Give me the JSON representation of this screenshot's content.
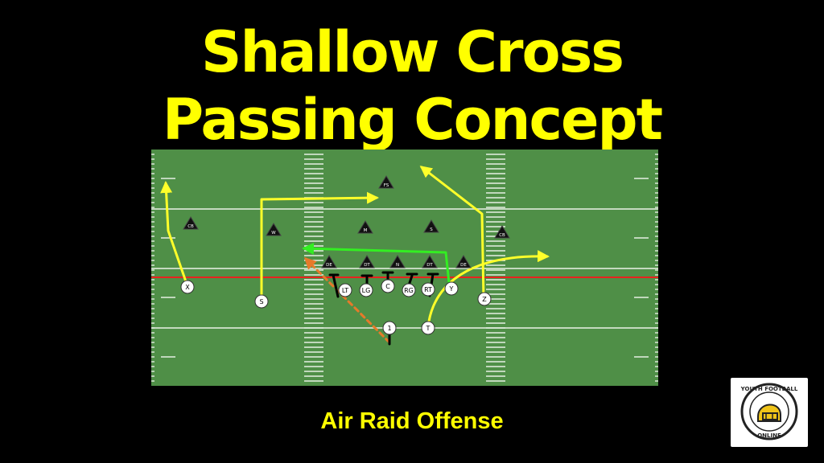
{
  "title_line1": "Shallow Cross",
  "title_line2": "Passing Concept",
  "subtitle": "Air Raid Offense",
  "logo_text_top": "YOUTH FOOTBALL",
  "logo_text_bottom": "ONLINE",
  "colors": {
    "background": "#000000",
    "title": "#ffff00",
    "field": "#4f8f47",
    "route": "#ffff2a",
    "highlight_route": "#33ee22",
    "qb_drop": "#e67a2a",
    "line_of_scrimmage": "#e8221e"
  },
  "offense": [
    {
      "id": "X",
      "label": "X"
    },
    {
      "id": "S",
      "label": "S"
    },
    {
      "id": "LT",
      "label": "LT"
    },
    {
      "id": "LG",
      "label": "LG"
    },
    {
      "id": "C",
      "label": "C"
    },
    {
      "id": "RG",
      "label": "RG"
    },
    {
      "id": "RT",
      "label": "RT"
    },
    {
      "id": "Y",
      "label": "Y"
    },
    {
      "id": "Z",
      "label": "Z"
    },
    {
      "id": "QB",
      "label": "1"
    },
    {
      "id": "T",
      "label": "T"
    }
  ],
  "defense": [
    {
      "id": "FS",
      "label": "FS"
    },
    {
      "id": "CB_L",
      "label": "CB"
    },
    {
      "id": "W",
      "label": "W"
    },
    {
      "id": "M",
      "label": "M"
    },
    {
      "id": "SS",
      "label": "S"
    },
    {
      "id": "CB_R",
      "label": "CB"
    },
    {
      "id": "DE_L",
      "label": "DE"
    },
    {
      "id": "DT_L",
      "label": "DT"
    },
    {
      "id": "N",
      "label": "N"
    },
    {
      "id": "DT_R",
      "label": "DT"
    },
    {
      "id": "DE_R",
      "label": "DE"
    }
  ]
}
